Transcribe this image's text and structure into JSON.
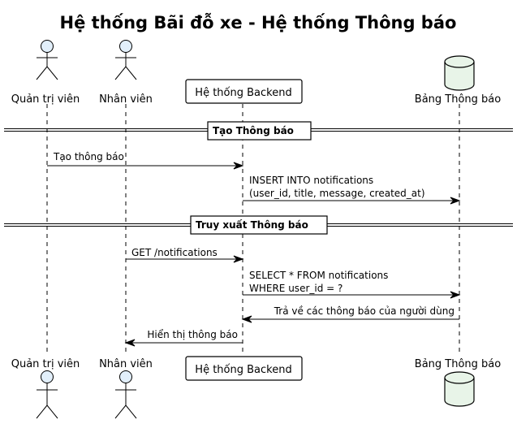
{
  "title": "Hệ thống Bãi đỗ xe - Hệ thống Thông báo",
  "colors": {
    "actor_fill": "#E2EFFA",
    "database_fill": "#E8F4E8",
    "participant_fill": "#FFFFFF",
    "line": "#000000"
  },
  "participants": [
    {
      "id": "admin",
      "label": "Quản trị viên",
      "type": "actor",
      "icon": "actor-stick-figure-icon"
    },
    {
      "id": "staff",
      "label": "Nhân viên",
      "type": "actor",
      "icon": "actor-stick-figure-icon"
    },
    {
      "id": "backend",
      "label": "Hệ thống Backend",
      "type": "participant"
    },
    {
      "id": "notif_table",
      "label": "Bảng Thông báo",
      "type": "database",
      "icon": "database-cylinder-icon"
    }
  ],
  "dividers": [
    {
      "label": "Tạo Thông báo"
    },
    {
      "label": "Truy xuất Thông báo"
    }
  ],
  "messages": [
    {
      "from": "admin",
      "to": "backend",
      "lines": [
        "Tạo thông báo"
      ],
      "kind": "sync"
    },
    {
      "from": "backend",
      "to": "notif_table",
      "lines": [
        "INSERT INTO notifications",
        "(user_id, title, message, created_at)"
      ],
      "kind": "sync"
    },
    {
      "from": "staff",
      "to": "backend",
      "lines": [
        "GET /notifications"
      ],
      "kind": "sync"
    },
    {
      "from": "backend",
      "to": "notif_table",
      "lines": [
        "SELECT * FROM notifications",
        "WHERE user_id = ?"
      ],
      "kind": "sync"
    },
    {
      "from": "notif_table",
      "to": "backend",
      "lines": [
        "Trả về các thông báo của người dùng"
      ],
      "kind": "sync"
    },
    {
      "from": "backend",
      "to": "staff",
      "lines": [
        "Hiển thị thông báo"
      ],
      "kind": "sync"
    }
  ]
}
